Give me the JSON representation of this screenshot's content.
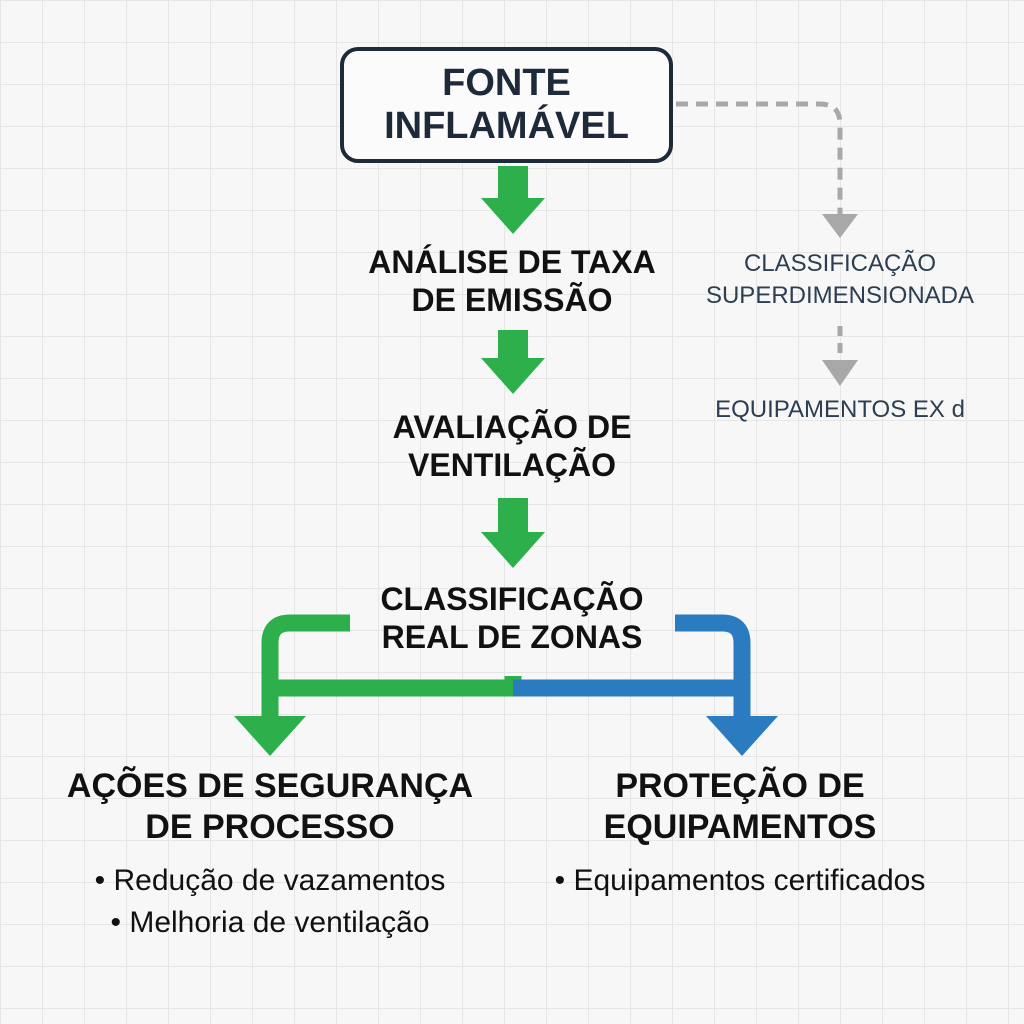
{
  "source": {
    "lines": [
      "FONTE",
      "INFLAMÁVEL"
    ]
  },
  "steps": [
    {
      "lines": [
        "ANÁLISE DE TAXA",
        "DE EMISSÃO"
      ]
    },
    {
      "lines": [
        "AVALIAÇÃO DE",
        "VENTILAÇÃO"
      ]
    },
    {
      "lines": [
        "CLASSIFICAÇÃO",
        "REAL DE ZONAS"
      ]
    }
  ],
  "side_path": {
    "oversized": {
      "lines": [
        "CLASSIFICAÇÃO",
        "SUPERDIMENSIONADA"
      ]
    },
    "equipment": "EQUIPAMENTOS EX d"
  },
  "branches": {
    "left": {
      "title_lines": [
        "AÇÕES DE SEGURANÇA",
        "DE PROCESSO"
      ],
      "bullets": [
        "Redução de vazamentos",
        "Melhoria de ventilação"
      ]
    },
    "right": {
      "title_lines": [
        "PROTEÇÃO DE",
        "EQUIPAMENTOS"
      ],
      "bullets": [
        "Equipamentos certificados"
      ]
    }
  },
  "colors": {
    "main_flow": "#2db04b",
    "left_branch": "#2db04b",
    "right_branch": "#2a7bbf",
    "side_path": "#a8a8a8",
    "source_border": "#1e2a3a"
  }
}
